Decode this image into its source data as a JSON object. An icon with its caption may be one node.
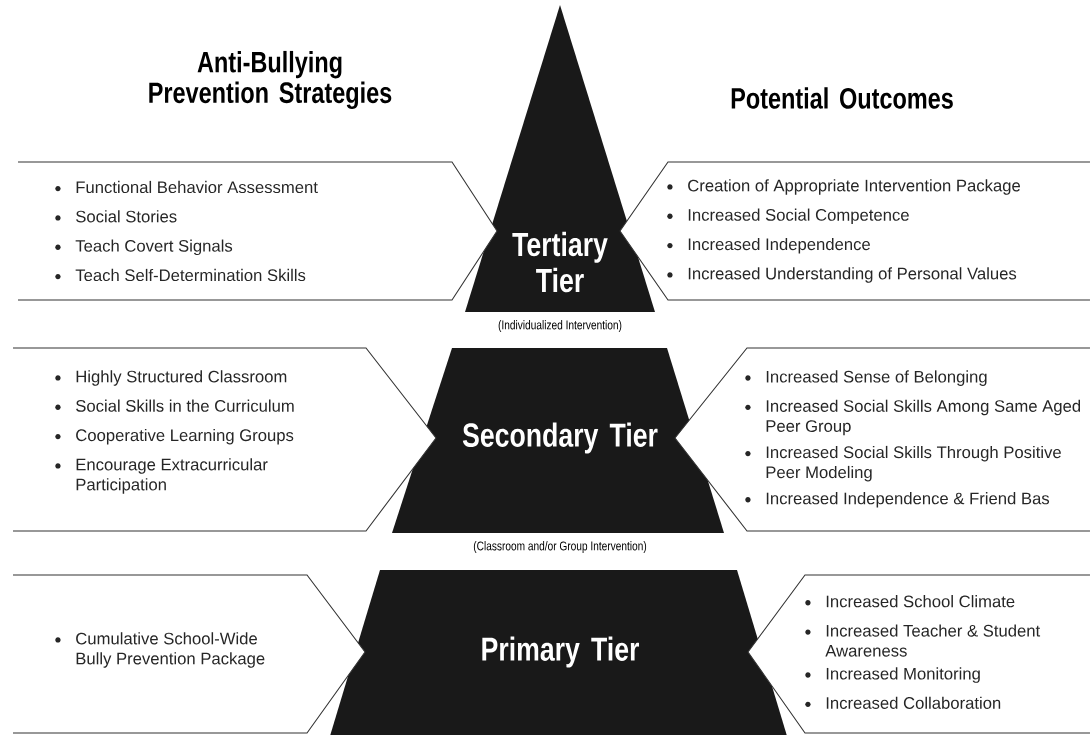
{
  "diagram": {
    "nodes": [
      {
        "text": [
          "Tertiary Tier"
        ],
        "beside": [
          "(Individualized Intervention)"
        ]
      },
      {
        "text": [
          "Functional Behavior Assessment",
          "Social Stories",
          "Teach Covert Signals",
          "Teach Self-Determination Skills"
        ]
      },
      {
        "text": [
          "Creation of Appropriate Intervention Package",
          "Increased Social Competence",
          "Increased Independence",
          "Increased Understanding of Personal Values"
        ]
      },
      {
        "text": [
          "Secondary Tier"
        ],
        "beside": [
          "(Classroom and/or Group Intervention)"
        ]
      },
      {
        "text": [
          "Highly Structured Classroom",
          "Social Skills in the Curriculum",
          "Cooperative Learning Groups",
          "Encourage Extracurricular Participation"
        ]
      },
      {
        "text": [
          "Increased Sense of Belonging",
          "Increased Social Skills Among Same Aged Peer Group",
          "Increased Social Skills Through Positive Peer Modeling",
          "Increased Independence & Friend Bas"
        ]
      },
      {
        "text": [
          "Primary Tier"
        ]
      },
      {
        "text": [
          "Cumulative School-Wide Bully Prevention Package"
        ]
      },
      {
        "text": [
          "Increased School Climate",
          "Increased Teacher & Student Awareness",
          "Increased Monitoring",
          "Increased Collaboration"
        ]
      }
    ],
    "labels": [
      "Anti-Bullying Prevention Strategies",
      "Potential Outcomes"
    ]
  }
}
